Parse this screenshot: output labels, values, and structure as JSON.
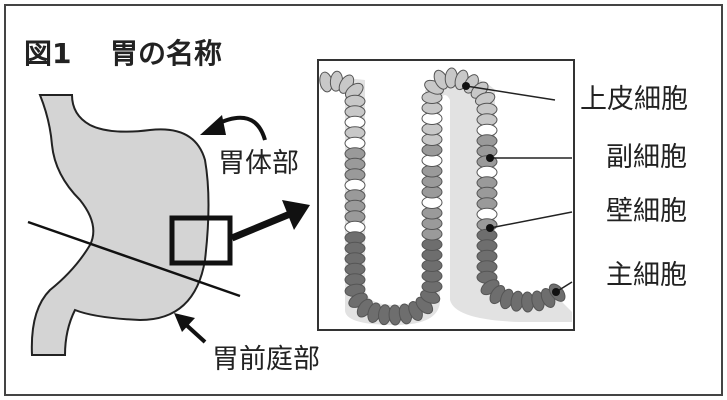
{
  "title": {
    "figure": "図1",
    "name": "胃の名称"
  },
  "stomach_labels": {
    "body": "胃体部",
    "antrum": "胃前庭部"
  },
  "cell_labels": [
    "上皮細胞",
    "副細胞",
    "壁細胞",
    "主細胞"
  ],
  "colors": {
    "stomach": "#d4d4d4",
    "tissue": "#e2e2e2",
    "cell_light": "#c8c8c8",
    "cell_mid": "#9a9a9a",
    "cell_dark": "#6e6e6e",
    "stroke": "#222222"
  }
}
